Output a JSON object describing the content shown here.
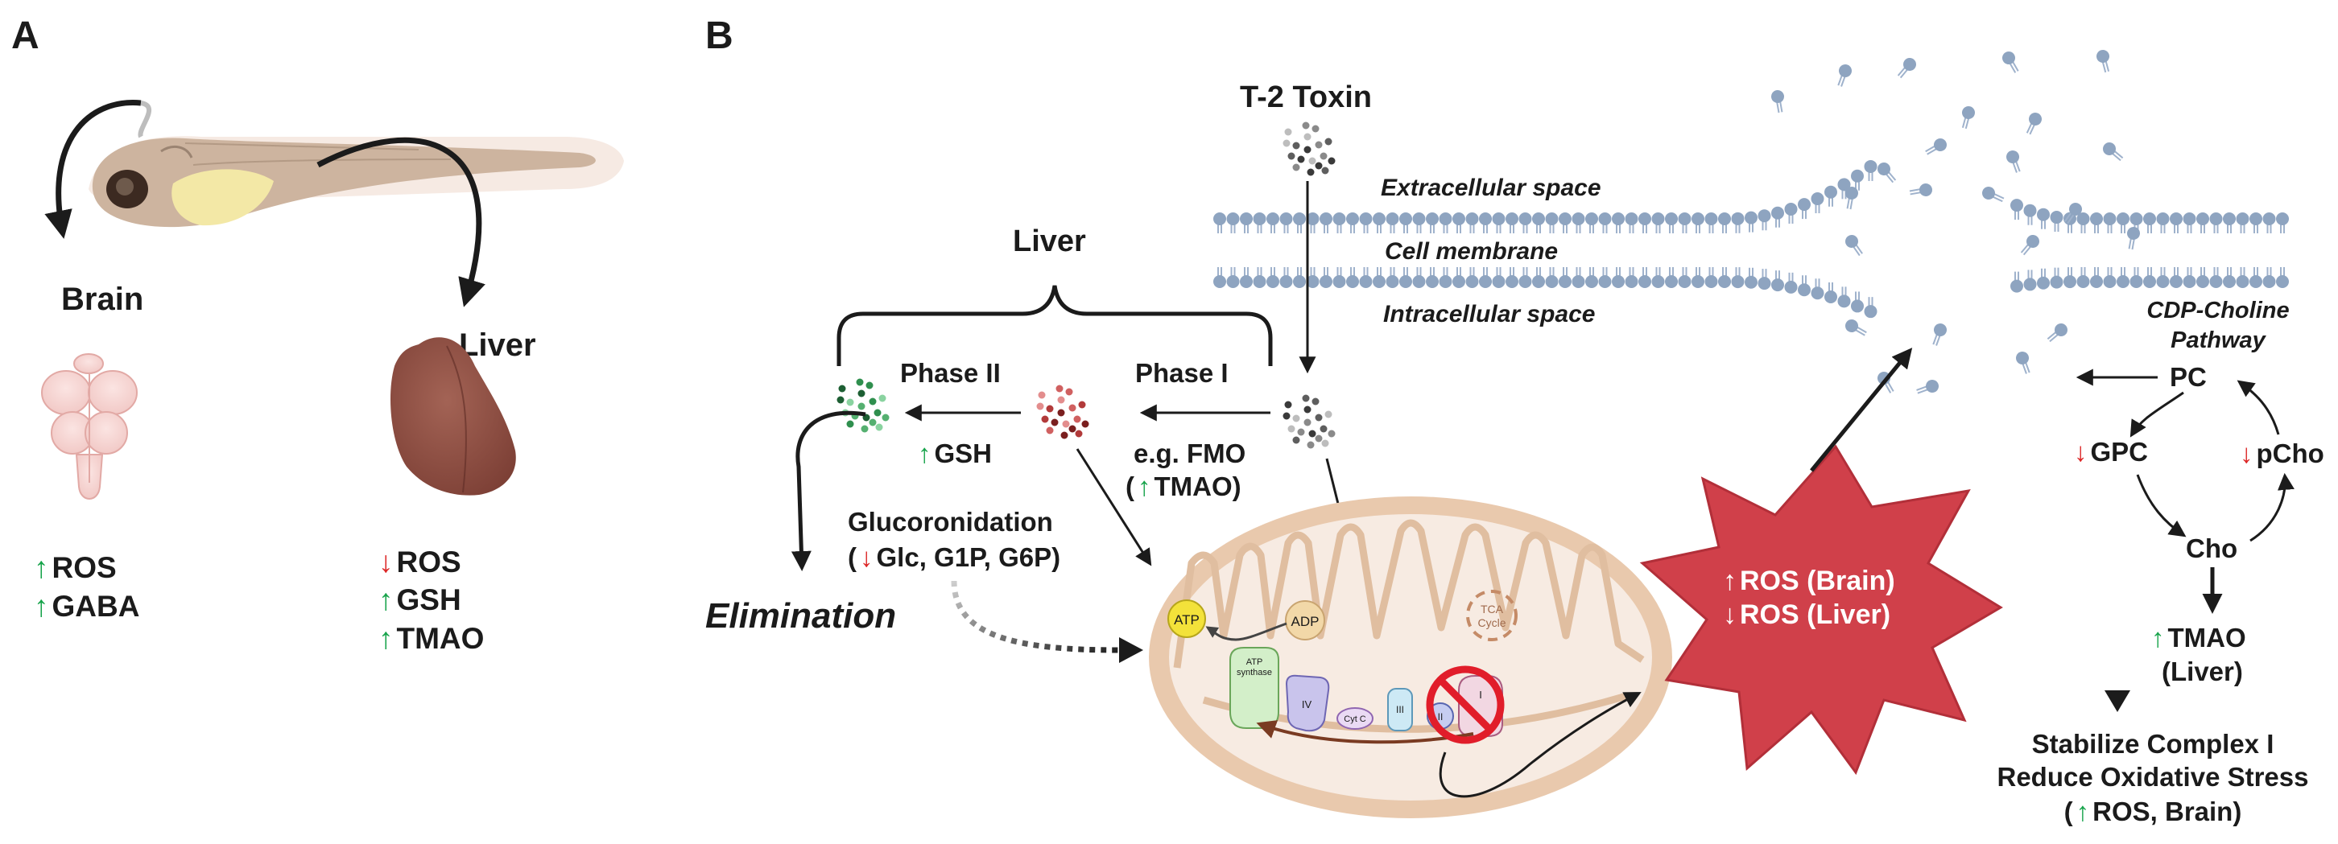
{
  "panel_a": {
    "letter": "A",
    "brain_label": "Brain",
    "liver_label": "Liver",
    "brain_markers": [
      {
        "dir": "up",
        "arrow": "↑",
        "text": "ROS"
      },
      {
        "dir": "up",
        "arrow": "↑",
        "text": "GABA"
      }
    ],
    "liver_markers": [
      {
        "dir": "down",
        "arrow": "↓",
        "text": "ROS"
      },
      {
        "dir": "up",
        "arrow": "↑",
        "text": "GSH"
      },
      {
        "dir": "up",
        "arrow": "↑",
        "text": "TMAO"
      }
    ]
  },
  "panel_b": {
    "letter": "B",
    "toxin_label": "T-2 Toxin",
    "liver_label": "Liver",
    "phase1_label": "Phase I",
    "phase2_label": "Phase II",
    "phase1_example": "e.g. FMO",
    "phase1_tmao_open": "(",
    "phase1_tmao_arrow": "↑",
    "phase1_tmao_text": "TMAO)",
    "phase2_gsh_arrow": "↑",
    "phase2_gsh_text": "GSH",
    "gluc_title": "Glucoronidation",
    "gluc_open": "(",
    "gluc_arrow": "↓",
    "gluc_text": "Glc, G1P, G6P)",
    "elimination": "Elimination",
    "extracellular": "Extracellular space",
    "membrane": "Cell membrane",
    "intracellular": "Intracellular space",
    "mito": {
      "atp": "ATP",
      "adp": "ADP",
      "atp_synthase_1": "ATP",
      "atp_synthase_2": "synthase",
      "complex_iv": "IV",
      "cyt_c": "Cyt C",
      "complex_iii": "III",
      "complex_ii": "II",
      "complex_i": "I",
      "tca_1": "TCA",
      "tca_2": "Cycle"
    },
    "burst_line1_arrow": "↑",
    "burst_line1_text": "ROS (Brain)",
    "burst_line2_arrow": "↓",
    "burst_line2_text": "ROS (Liver)",
    "cdp_1": "CDP-Choline",
    "cdp_2": "Pathway",
    "pc": "PC",
    "gpc_arrow": "↓",
    "gpc": "GPC",
    "pcho_arrow": "↓",
    "pcho": "pCho",
    "cho": "Cho",
    "tmao_arrow": "↑",
    "tmao": "TMAO",
    "tmao_liver": "(Liver)",
    "stab_1": "Stabilize Complex I",
    "stab_2": "Reduce Oxidative Stress",
    "stab_3_open": "(",
    "stab_3_arrow": "↑",
    "stab_3_text": "ROS, Brain)"
  },
  "colors": {
    "up_arrow": "#16a34a",
    "down_arrow": "#dc2626",
    "burst": "#d0404a",
    "membrane_head": "#8ea4c0",
    "mito_outer": "#e9c9ad",
    "mito_inner": "#f7ebe2"
  }
}
